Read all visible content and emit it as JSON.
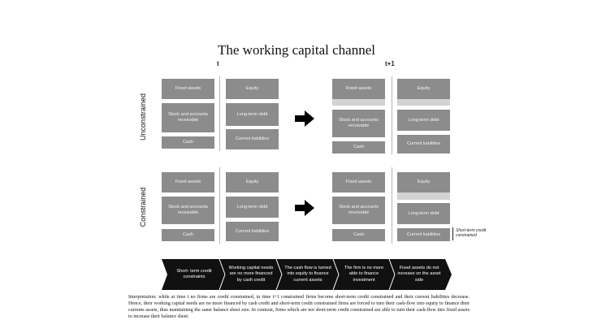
{
  "title": "The working capital channel",
  "columns": {
    "t": "t",
    "t1": "t+1"
  },
  "rows": {
    "unconstrained": "Unconstrained",
    "constrained": "Constrained"
  },
  "labels": {
    "fixed_assets": "Fixed assets",
    "stock_receivable": "Stock and accounts receivable",
    "cash": "Cash",
    "equity": "Equity",
    "long_term_debt": "Long-term debt",
    "current_liabilities": "Current liabilities"
  },
  "annotation": "Short-term credit constrained",
  "chevrons": [
    "Short- term credit constraints",
    "Working capital needs are no more financed by cash credit",
    "The cash flow is turned into equity to finance current assets",
    "The firm is no more able to finance investment",
    "Fixed assets do not increase on the asset side"
  ],
  "interpretation": "Interpretation: while at time t no firms are credit constrained, in time t+1 constrained firms become short-term credit constrained and their current liabilities decrease. Hence, their working capital needs are no more financed by cash credit and short-term credit constrained firms are forced to turn their cash-flow into equity to finance their currents assets, thus maintaining the same balance sheet size. In contrast, firms which are not short-term credit constrained are able to turn their cash-flow into fixed assets to increase their balance sheet.",
  "colors": {
    "box": "#8c8c8c",
    "box_light": "#d2d2d2",
    "chevron": "#111111"
  }
}
